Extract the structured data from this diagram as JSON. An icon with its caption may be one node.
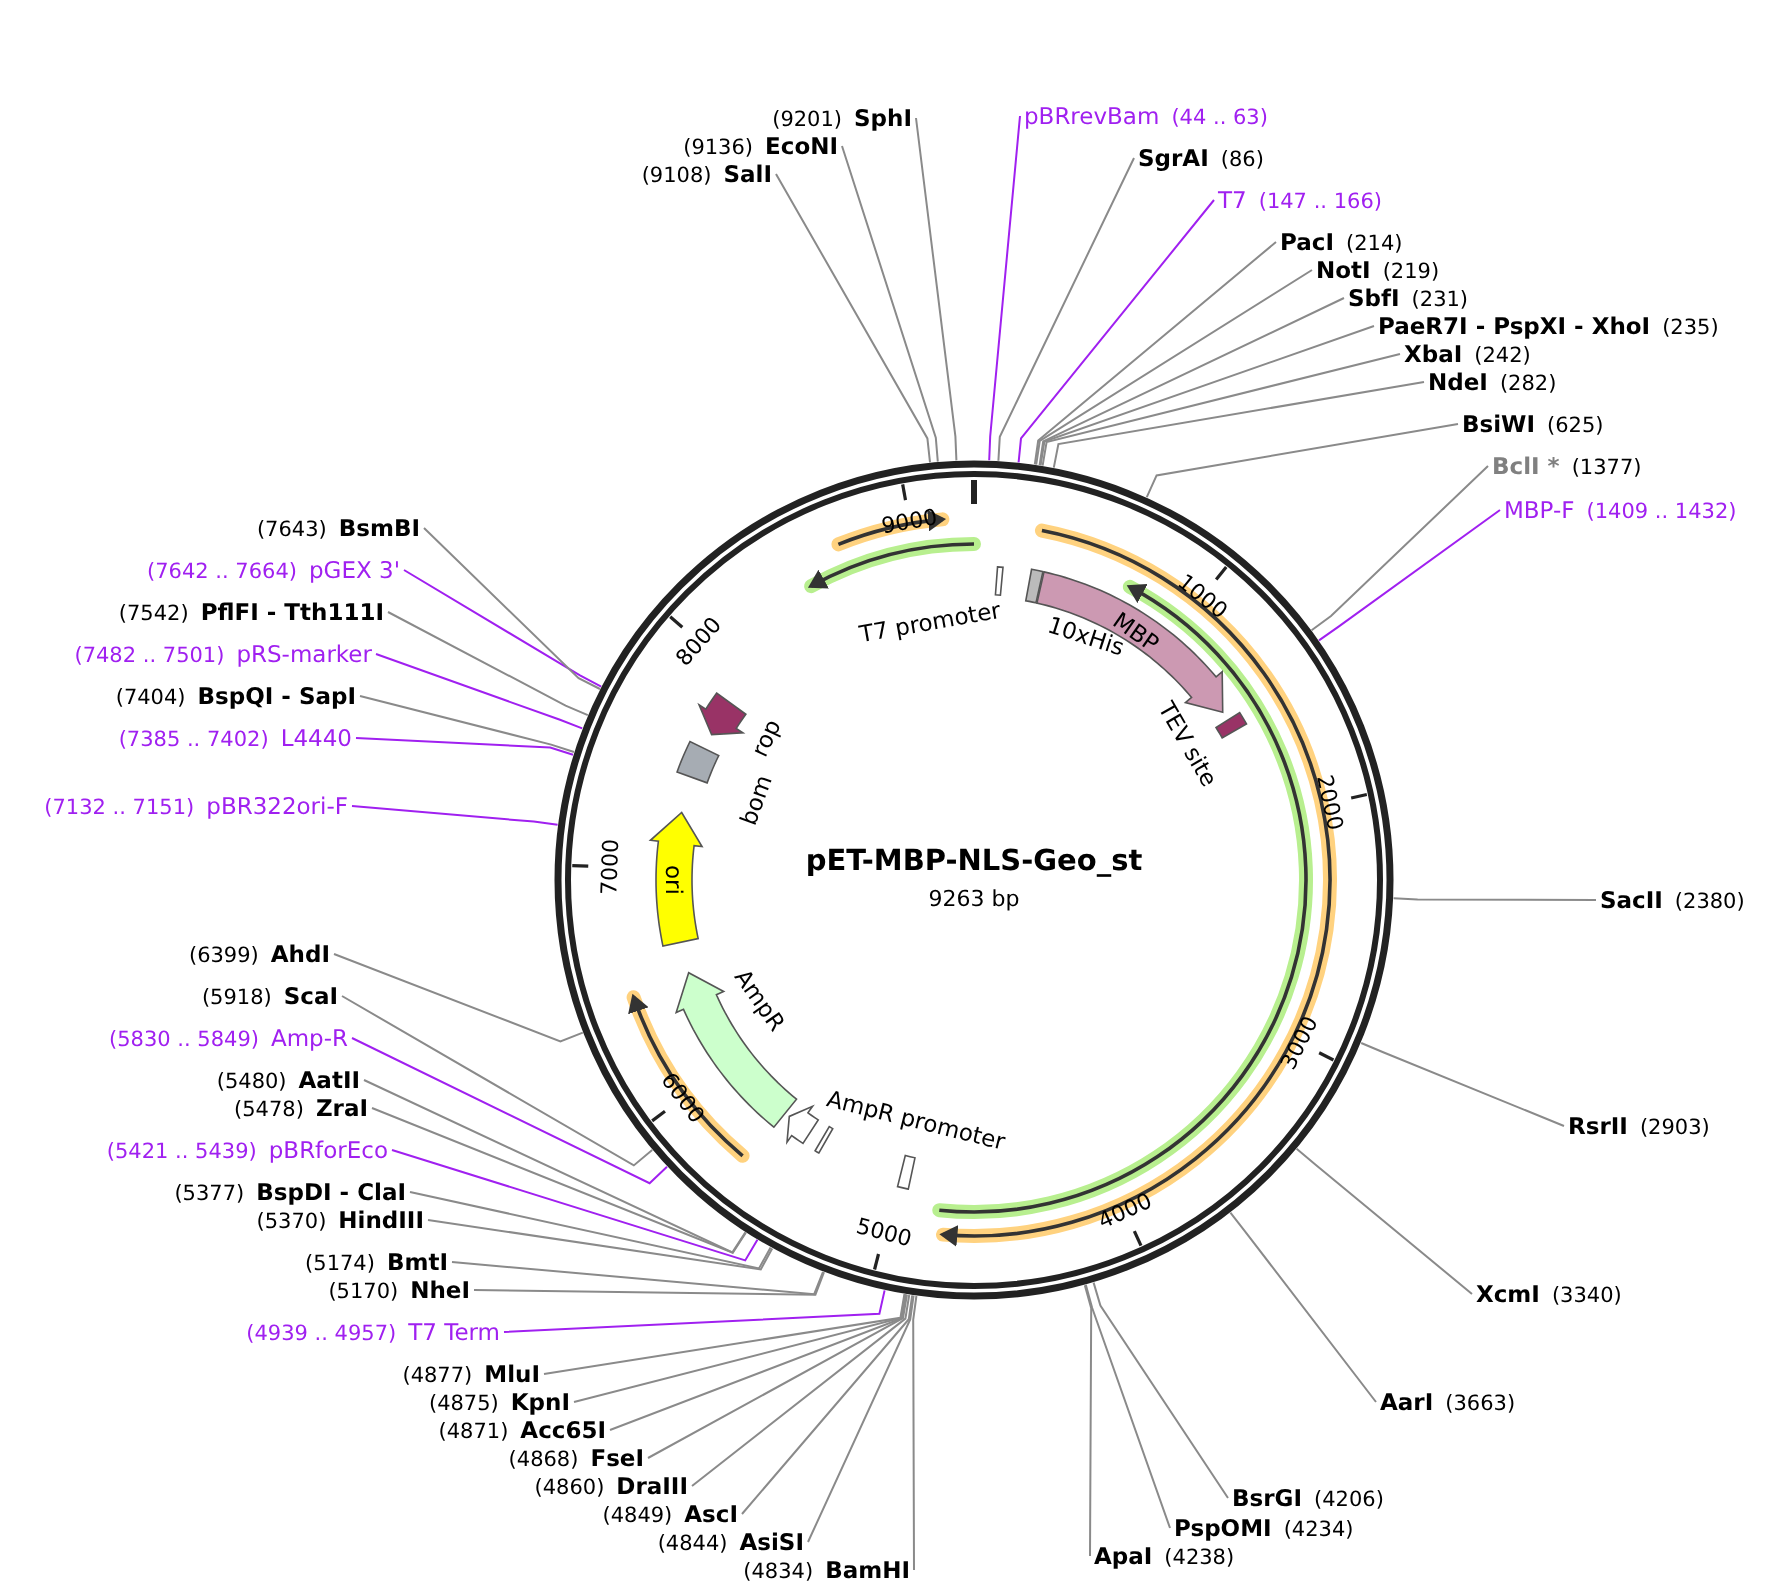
{
  "diagram": {
    "title": "pET-MBP-NLS-Geo_st",
    "nodes": [
      {
        "text": [
          "pBRrevBam",
          "(44 .. 63)"
        ]
      },
      {
        "text": [
          "SgrAI",
          "(86)"
        ]
      },
      {
        "text": [
          "T7",
          "(147 .. 166)"
        ]
      },
      {
        "text": [
          "PacI",
          "(214)"
        ]
      },
      {
        "text": [
          "NotI",
          "(219)"
        ]
      },
      {
        "text": [
          "SbfI",
          "(231)"
        ]
      },
      {
        "text": [
          "PaeR7I - PspXI - XhoI",
          "(235)"
        ]
      },
      {
        "text": [
          "XbaI",
          "(242)"
        ]
      },
      {
        "text": [
          "NdeI",
          "(282)"
        ]
      },
      {
        "text": [
          "BsiWI",
          "(625)"
        ]
      },
      {
        "text": [
          "BclI *",
          "(1377)"
        ]
      },
      {
        "text": [
          "MBP-F",
          "(1409 .. 1432)"
        ]
      },
      {
        "text": [
          "SacII",
          "(2380)"
        ]
      },
      {
        "text": [
          "RsrII",
          "(2903)"
        ]
      },
      {
        "text": [
          "XcmI",
          "(3340)"
        ]
      },
      {
        "text": [
          "AarI",
          "(3663)"
        ]
      },
      {
        "text": [
          "BsrGI",
          "(4206)"
        ]
      },
      {
        "text": [
          "PspOMI",
          "(4234)"
        ]
      },
      {
        "text": [
          "ApaI",
          "(4238)"
        ]
      },
      {
        "text": [
          "(4834)",
          "BamHI"
        ]
      },
      {
        "text": [
          "(4844)",
          "AsiSI"
        ]
      },
      {
        "text": [
          "(4849)",
          "AscI"
        ]
      },
      {
        "text": [
          "(4860)",
          "DraIII"
        ]
      },
      {
        "text": [
          "(4868)",
          "FseI"
        ]
      },
      {
        "text": [
          "(4871)",
          "Acc65I"
        ]
      },
      {
        "text": [
          "(4875)",
          "KpnI"
        ]
      },
      {
        "text": [
          "(4877)",
          "MluI"
        ]
      },
      {
        "text": [
          "(4939 .. 4957)",
          "T7 Term"
        ]
      },
      {
        "text": [
          "(5170)",
          "NheI"
        ]
      },
      {
        "text": [
          "(5174)",
          "BmtI"
        ]
      },
      {
        "text": [
          "(5370)",
          "HindIII"
        ]
      },
      {
        "text": [
          "(5377)",
          "BspDI - ClaI"
        ]
      },
      {
        "text": [
          "(5421 .. 5439)",
          "pBRforEco"
        ]
      },
      {
        "text": [
          "(5478)",
          "ZraI"
        ]
      },
      {
        "text": [
          "(5480)",
          "AatII"
        ]
      },
      {
        "text": [
          "(5830 .. 5849)",
          "Amp-R"
        ]
      },
      {
        "text": [
          "(5918)",
          "ScaI"
        ]
      },
      {
        "text": [
          "(6399)",
          "AhdI"
        ]
      },
      {
        "text": [
          "(7132 .. 7151)",
          "pBR322ori-F"
        ]
      },
      {
        "text": [
          "(7385 .. 7402)",
          "L4440"
        ]
      },
      {
        "text": [
          "(7404)",
          "BspQI - SapI"
        ]
      },
      {
        "text": [
          "(7482 .. 7501)",
          "pRS-marker"
        ]
      },
      {
        "text": [
          "(7542)",
          "PflFI - Tth111I"
        ]
      },
      {
        "text": [
          "(7642 .. 7664)",
          "pGEX 3'"
        ]
      },
      {
        "text": [
          "(7643)",
          "BsmBI"
        ]
      },
      {
        "text": [
          "(9108)",
          "SalI"
        ]
      },
      {
        "text": [
          "(9136)",
          "EcoNI"
        ]
      },
      {
        "text": [
          "(9201)",
          "SphI"
        ]
      },
      {
        "text": [
          "T7 promoter"
        ]
      },
      {
        "text": [
          "10xHis"
        ]
      },
      {
        "text": [
          "MBP"
        ]
      },
      {
        "text": [
          "TEV site"
        ]
      },
      {
        "text": [],
        "shape": "box"
      },
      {
        "text": [],
        "shape": "box"
      },
      {
        "text": [
          "AmpR promoter"
        ]
      },
      {
        "text": [
          "AmpR"
        ]
      },
      {
        "text": [
          "ori"
        ]
      },
      {
        "text": [
          "bom"
        ]
      },
      {
        "text": [
          "rop"
        ]
      }
    ],
    "edges": [
      {
        "from": 0,
        "to": null,
        "arrow": "none",
        "color": "#a020f0"
      },
      {
        "from": 1,
        "to": null,
        "arrow": "none"
      },
      {
        "from": 2,
        "to": null,
        "arrow": "none",
        "color": "#a020f0"
      },
      {
        "from": 3,
        "to": null,
        "arrow": "none"
      },
      {
        "from": 4,
        "to": null,
        "arrow": "none"
      },
      {
        "from": 5,
        "to": null,
        "arrow": "none"
      },
      {
        "from": 6,
        "to": null,
        "arrow": "none"
      },
      {
        "from": 7,
        "to": null,
        "arrow": "none"
      },
      {
        "from": 8,
        "to": null,
        "arrow": "none"
      },
      {
        "from": 9,
        "to": null,
        "arrow": "none"
      },
      {
        "from": 10,
        "to": null,
        "arrow": "none"
      },
      {
        "from": 11,
        "to": null,
        "arrow": "none",
        "color": "#a020f0"
      },
      {
        "from": 12,
        "to": null,
        "arrow": "none"
      },
      {
        "from": 13,
        "to": null,
        "arrow": "none"
      },
      {
        "from": 14,
        "to": null,
        "arrow": "none"
      },
      {
        "from": 15,
        "to": null,
        "arrow": "none"
      },
      {
        "from": 16,
        "to": null,
        "arrow": "none"
      },
      {
        "from": 17,
        "to": null,
        "arrow": "none"
      },
      {
        "from": 18,
        "to": null,
        "arrow": "none"
      },
      {
        "from": 19,
        "to": null,
        "arrow": "none"
      },
      {
        "from": 20,
        "to": null,
        "arrow": "none"
      },
      {
        "from": 21,
        "to": null,
        "arrow": "none"
      },
      {
        "from": 22,
        "to": null,
        "arrow": "none"
      },
      {
        "from": 23,
        "to": null,
        "arrow": "none"
      },
      {
        "from": 24,
        "to": null,
        "arrow": "none"
      },
      {
        "from": 25,
        "to": null,
        "arrow": "none"
      },
      {
        "from": 26,
        "to": null,
        "arrow": "none"
      },
      {
        "from": 27,
        "to": null,
        "arrow": "none",
        "color": "#a020f0"
      },
      {
        "from": 28,
        "to": null,
        "arrow": "none"
      },
      {
        "from": 29,
        "to": null,
        "arrow": "none"
      },
      {
        "from": 30,
        "to": null,
        "arrow": "none"
      },
      {
        "from": 31,
        "to": null,
        "arrow": "none"
      },
      {
        "from": 32,
        "to": null,
        "arrow": "none",
        "color": "#a020f0"
      },
      {
        "from": 33,
        "to": null,
        "arrow": "none"
      },
      {
        "from": 34,
        "to": null,
        "arrow": "none"
      },
      {
        "from": 35,
        "to": null,
        "arrow": "none",
        "color": "#a020f0"
      },
      {
        "from": 36,
        "to": null,
        "arrow": "none"
      },
      {
        "from": 37,
        "to": null,
        "arrow": "none"
      },
      {
        "from": 38,
        "to": null,
        "arrow": "none",
        "color": "#a020f0"
      },
      {
        "from": 39,
        "to": null,
        "arrow": "none",
        "color": "#a020f0"
      },
      {
        "from": 40,
        "to": null,
        "arrow": "none"
      },
      {
        "from": 41,
        "to": null,
        "arrow": "none",
        "color": "#a020f0"
      },
      {
        "from": 42,
        "to": null,
        "arrow": "none"
      },
      {
        "from": 43,
        "to": null,
        "arrow": "none",
        "color": "#a020f0"
      },
      {
        "from": 44,
        "to": null,
        "arrow": "none"
      },
      {
        "from": 45,
        "to": null,
        "arrow": "none"
      },
      {
        "from": 46,
        "to": null,
        "arrow": "none"
      },
      {
        "from": 47,
        "to": null,
        "arrow": "none"
      }
    ],
    "labels": [
      "9263 bp",
      "1000",
      "2000",
      "3000",
      "4000",
      "5000",
      "6000",
      "7000",
      "8000",
      "9000"
    ]
  }
}
